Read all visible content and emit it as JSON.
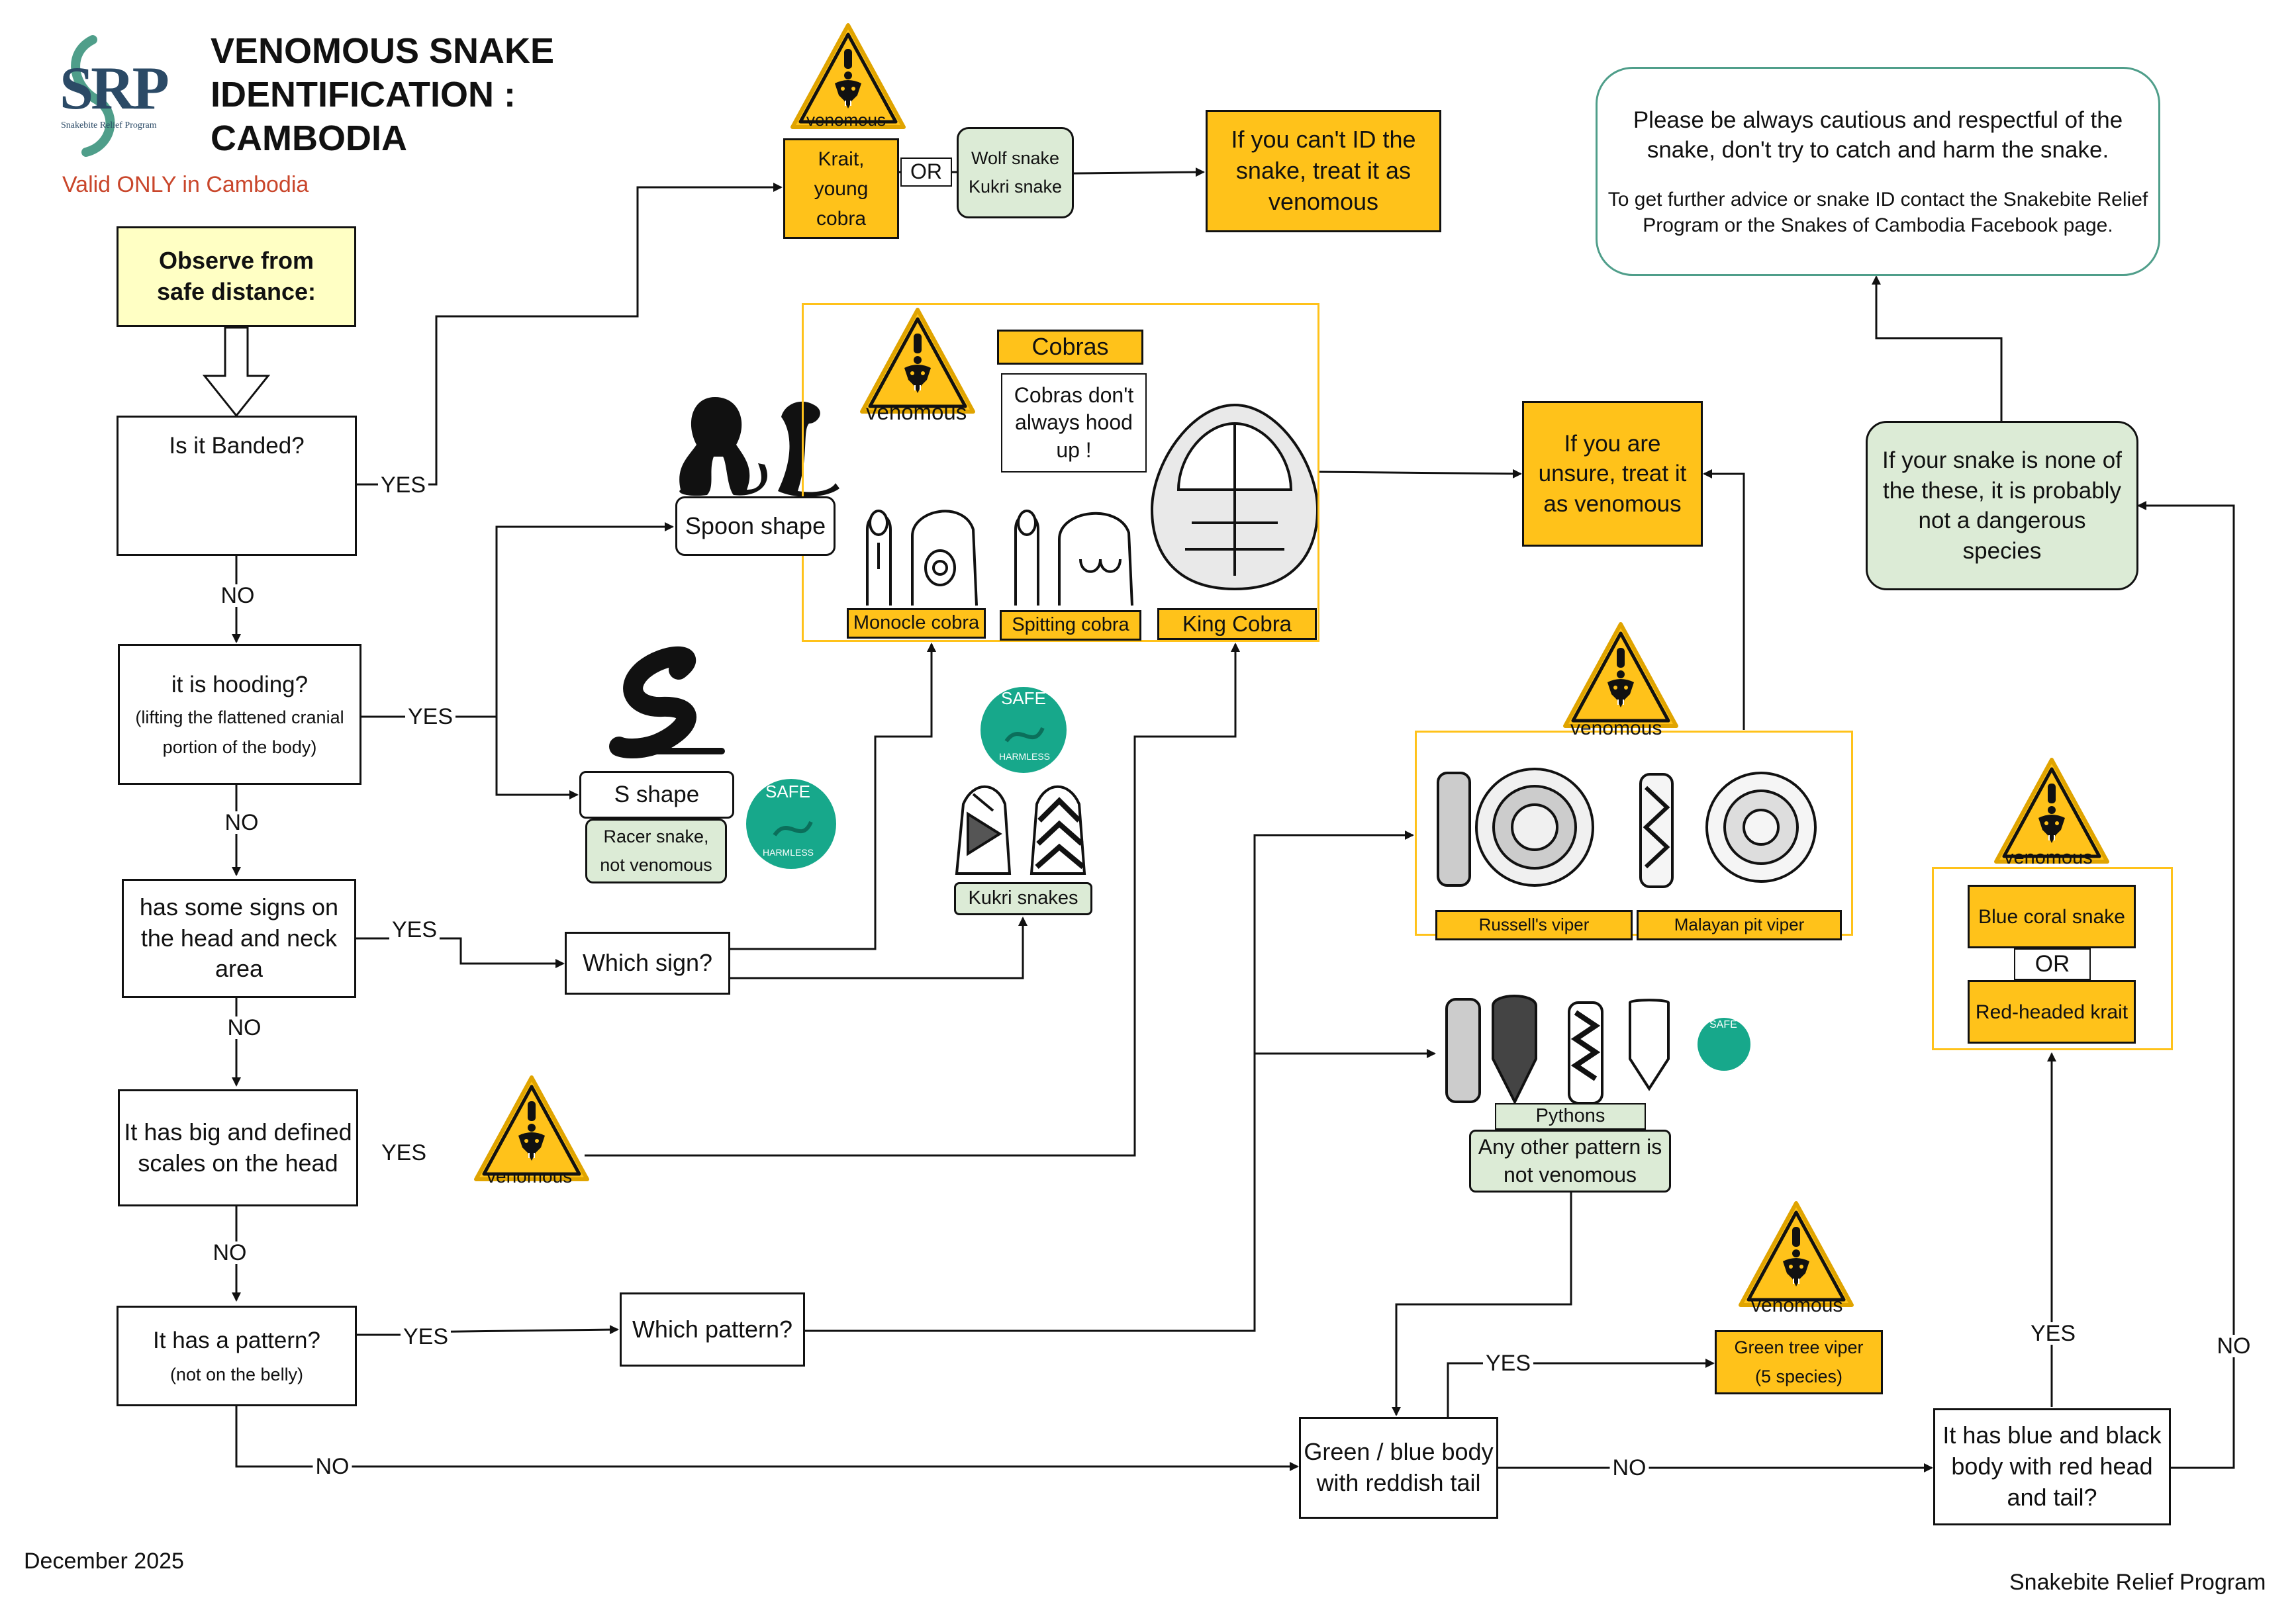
{
  "header": {
    "title_line1": "VENOMOUS SNAKE",
    "title_line2": "IDENTIFICATION :",
    "title_line3": "CAMBODIA",
    "subtitle": "Valid ONLY in Cambodia",
    "logo_text": "SRP",
    "logo_ring_text": "Snakebite Relief Program",
    "date": "December 2025",
    "footer": "Snakebite Relief Program"
  },
  "colors": {
    "venomous": "#ffc21a",
    "harmless": "#dcebd6",
    "safe_badge": "#17a88b",
    "start": "#ffffc4",
    "note_border": "#4f9e8a"
  },
  "badges": {
    "venomous": "venomous",
    "safe": "SAFE",
    "harmless": "HARMLESS"
  },
  "flow": {
    "observe": {
      "line1": "Observe from",
      "line2": "safe distance:"
    },
    "banded": "Is it Banded?",
    "hooding": {
      "main": "it is hooding?",
      "sub1": "(lifting the flattened cranial",
      "sub2": "portion of the body)"
    },
    "signs": {
      "line1": "has some signs on",
      "line2": "the head and neck",
      "line3": "area"
    },
    "scales": {
      "line1": "It has big and defined",
      "line2": "scales on the head"
    },
    "pattern": {
      "main": "It has a pattern?",
      "sub": "(not on the belly)"
    },
    "which_sign": "Which sign?",
    "which_pattern": "Which pattern?",
    "green_blue": {
      "line1": "Green / blue body",
      "line2": "with reddish tail"
    },
    "blue_black": {
      "line1": "It has blue and black",
      "line2": "body with red head",
      "line3": "and tail?"
    },
    "none": {
      "line1": "If your snake is none of",
      "line2": "the these, it is probably",
      "line3": "not a dangerous",
      "line4": "species"
    },
    "unsure": {
      "line1": "If you are",
      "line2": "unsure, treat it",
      "line3": "as venomous"
    },
    "cant_id": {
      "line1": "If you can't ID the",
      "line2": "snake, treat it as",
      "line3": "venomous"
    },
    "note": {
      "line1": "Please be always cautious and respectful of the",
      "line2": "snake, don't try to catch and harm the snake.",
      "line3": "To get further advice or snake ID contact the Snakebite Relief",
      "line4": "Program or the Snakes of Cambodia Facebook page."
    }
  },
  "species": {
    "krait": {
      "line1": "Krait,",
      "line2": "young",
      "line3": "cobra"
    },
    "wolf": {
      "line1": "Wolf snake",
      "line2": "Kukri snake"
    },
    "or": "OR",
    "cobras": "Cobras",
    "cobra_note": {
      "line1": "Cobras don't",
      "line2": "always hood",
      "line3": "up !"
    },
    "monocle": "Monocle cobra",
    "spitting": "Spitting cobra",
    "king": "King Cobra",
    "spoon": "Spoon shape",
    "s_shape": "S shape",
    "racer": {
      "line1": "Racer snake,",
      "line2": "not venomous"
    },
    "kukri": "Kukri snakes",
    "russell": "Russell's viper",
    "malayan": "Malayan pit viper",
    "pythons": "Pythons",
    "other_pattern": {
      "line1": "Any other pattern is",
      "line2": "not venomous"
    },
    "green_tree": {
      "line1": "Green tree viper",
      "line2": "(5 species)"
    },
    "blue_coral": "Blue coral snake",
    "red_krait": "Red-headed krait"
  },
  "edges": {
    "yes": "YES",
    "no": "NO"
  }
}
